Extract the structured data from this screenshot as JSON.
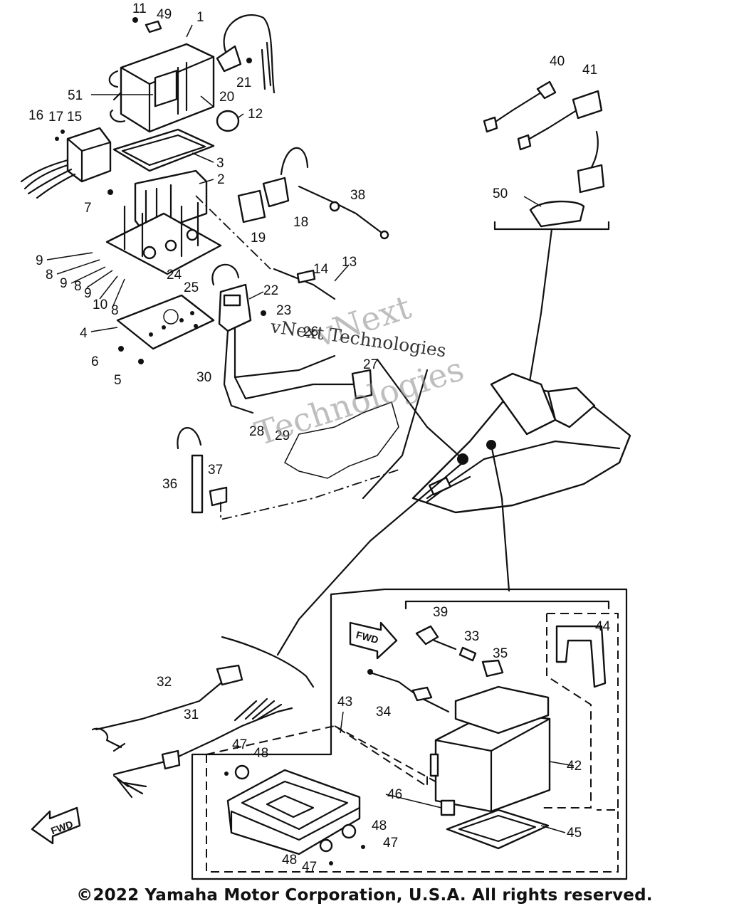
{
  "callouts": [
    {
      "id": "c11",
      "label": "11"
    },
    {
      "id": "c49",
      "label": "49"
    },
    {
      "id": "c1",
      "label": "1"
    },
    {
      "id": "c51",
      "label": "51"
    },
    {
      "id": "c20",
      "label": "20"
    },
    {
      "id": "c21",
      "label": "21"
    },
    {
      "id": "c12",
      "label": "12"
    },
    {
      "id": "c16",
      "label": "16"
    },
    {
      "id": "c17",
      "label": "17"
    },
    {
      "id": "c15",
      "label": "15"
    },
    {
      "id": "c3",
      "label": "3"
    },
    {
      "id": "c2",
      "label": "2"
    },
    {
      "id": "c7",
      "label": "7"
    },
    {
      "id": "c18",
      "label": "18"
    },
    {
      "id": "c19",
      "label": "19"
    },
    {
      "id": "c38",
      "label": "38"
    },
    {
      "id": "c9a",
      "label": "9"
    },
    {
      "id": "c8a",
      "label": "8"
    },
    {
      "id": "c9b",
      "label": "9"
    },
    {
      "id": "c8b",
      "label": "8"
    },
    {
      "id": "c9c",
      "label": "9"
    },
    {
      "id": "c10",
      "label": "10"
    },
    {
      "id": "c8c",
      "label": "8"
    },
    {
      "id": "c24",
      "label": "24"
    },
    {
      "id": "c25",
      "label": "25"
    },
    {
      "id": "c14",
      "label": "14"
    },
    {
      "id": "c13",
      "label": "13"
    },
    {
      "id": "c22",
      "label": "22"
    },
    {
      "id": "c23",
      "label": "23"
    },
    {
      "id": "c4",
      "label": "4"
    },
    {
      "id": "c6",
      "label": "6"
    },
    {
      "id": "c5",
      "label": "5"
    },
    {
      "id": "c26",
      "label": "26"
    },
    {
      "id": "c27",
      "label": "27"
    },
    {
      "id": "c30",
      "label": "30"
    },
    {
      "id": "c28",
      "label": "28"
    },
    {
      "id": "c29",
      "label": "29"
    },
    {
      "id": "c36",
      "label": "36"
    },
    {
      "id": "c37",
      "label": "37"
    },
    {
      "id": "c40",
      "label": "40"
    },
    {
      "id": "c41",
      "label": "41"
    },
    {
      "id": "c50",
      "label": "50"
    },
    {
      "id": "c39",
      "label": "39"
    },
    {
      "id": "c33",
      "label": "33"
    },
    {
      "id": "c35",
      "label": "35"
    },
    {
      "id": "c44",
      "label": "44"
    },
    {
      "id": "c34",
      "label": "34"
    },
    {
      "id": "c43",
      "label": "43"
    },
    {
      "id": "c32",
      "label": "32"
    },
    {
      "id": "c31",
      "label": "31"
    },
    {
      "id": "c42",
      "label": "42"
    },
    {
      "id": "c47a",
      "label": "47"
    },
    {
      "id": "c48a",
      "label": "48"
    },
    {
      "id": "c46",
      "label": "46"
    },
    {
      "id": "c45",
      "label": "45"
    },
    {
      "id": "c48b",
      "label": "48"
    },
    {
      "id": "c47b",
      "label": "47"
    },
    {
      "id": "c48c",
      "label": "48"
    },
    {
      "id": "c47c",
      "label": "47"
    }
  ],
  "fwd_label": "FWD",
  "watermark": {
    "line1": "vNext",
    "line2": "Technologies",
    "line3": "vNext Technologies"
  },
  "copyright": "©2022 Yamaha Motor Corporation, U.S.A. All rights reserved."
}
